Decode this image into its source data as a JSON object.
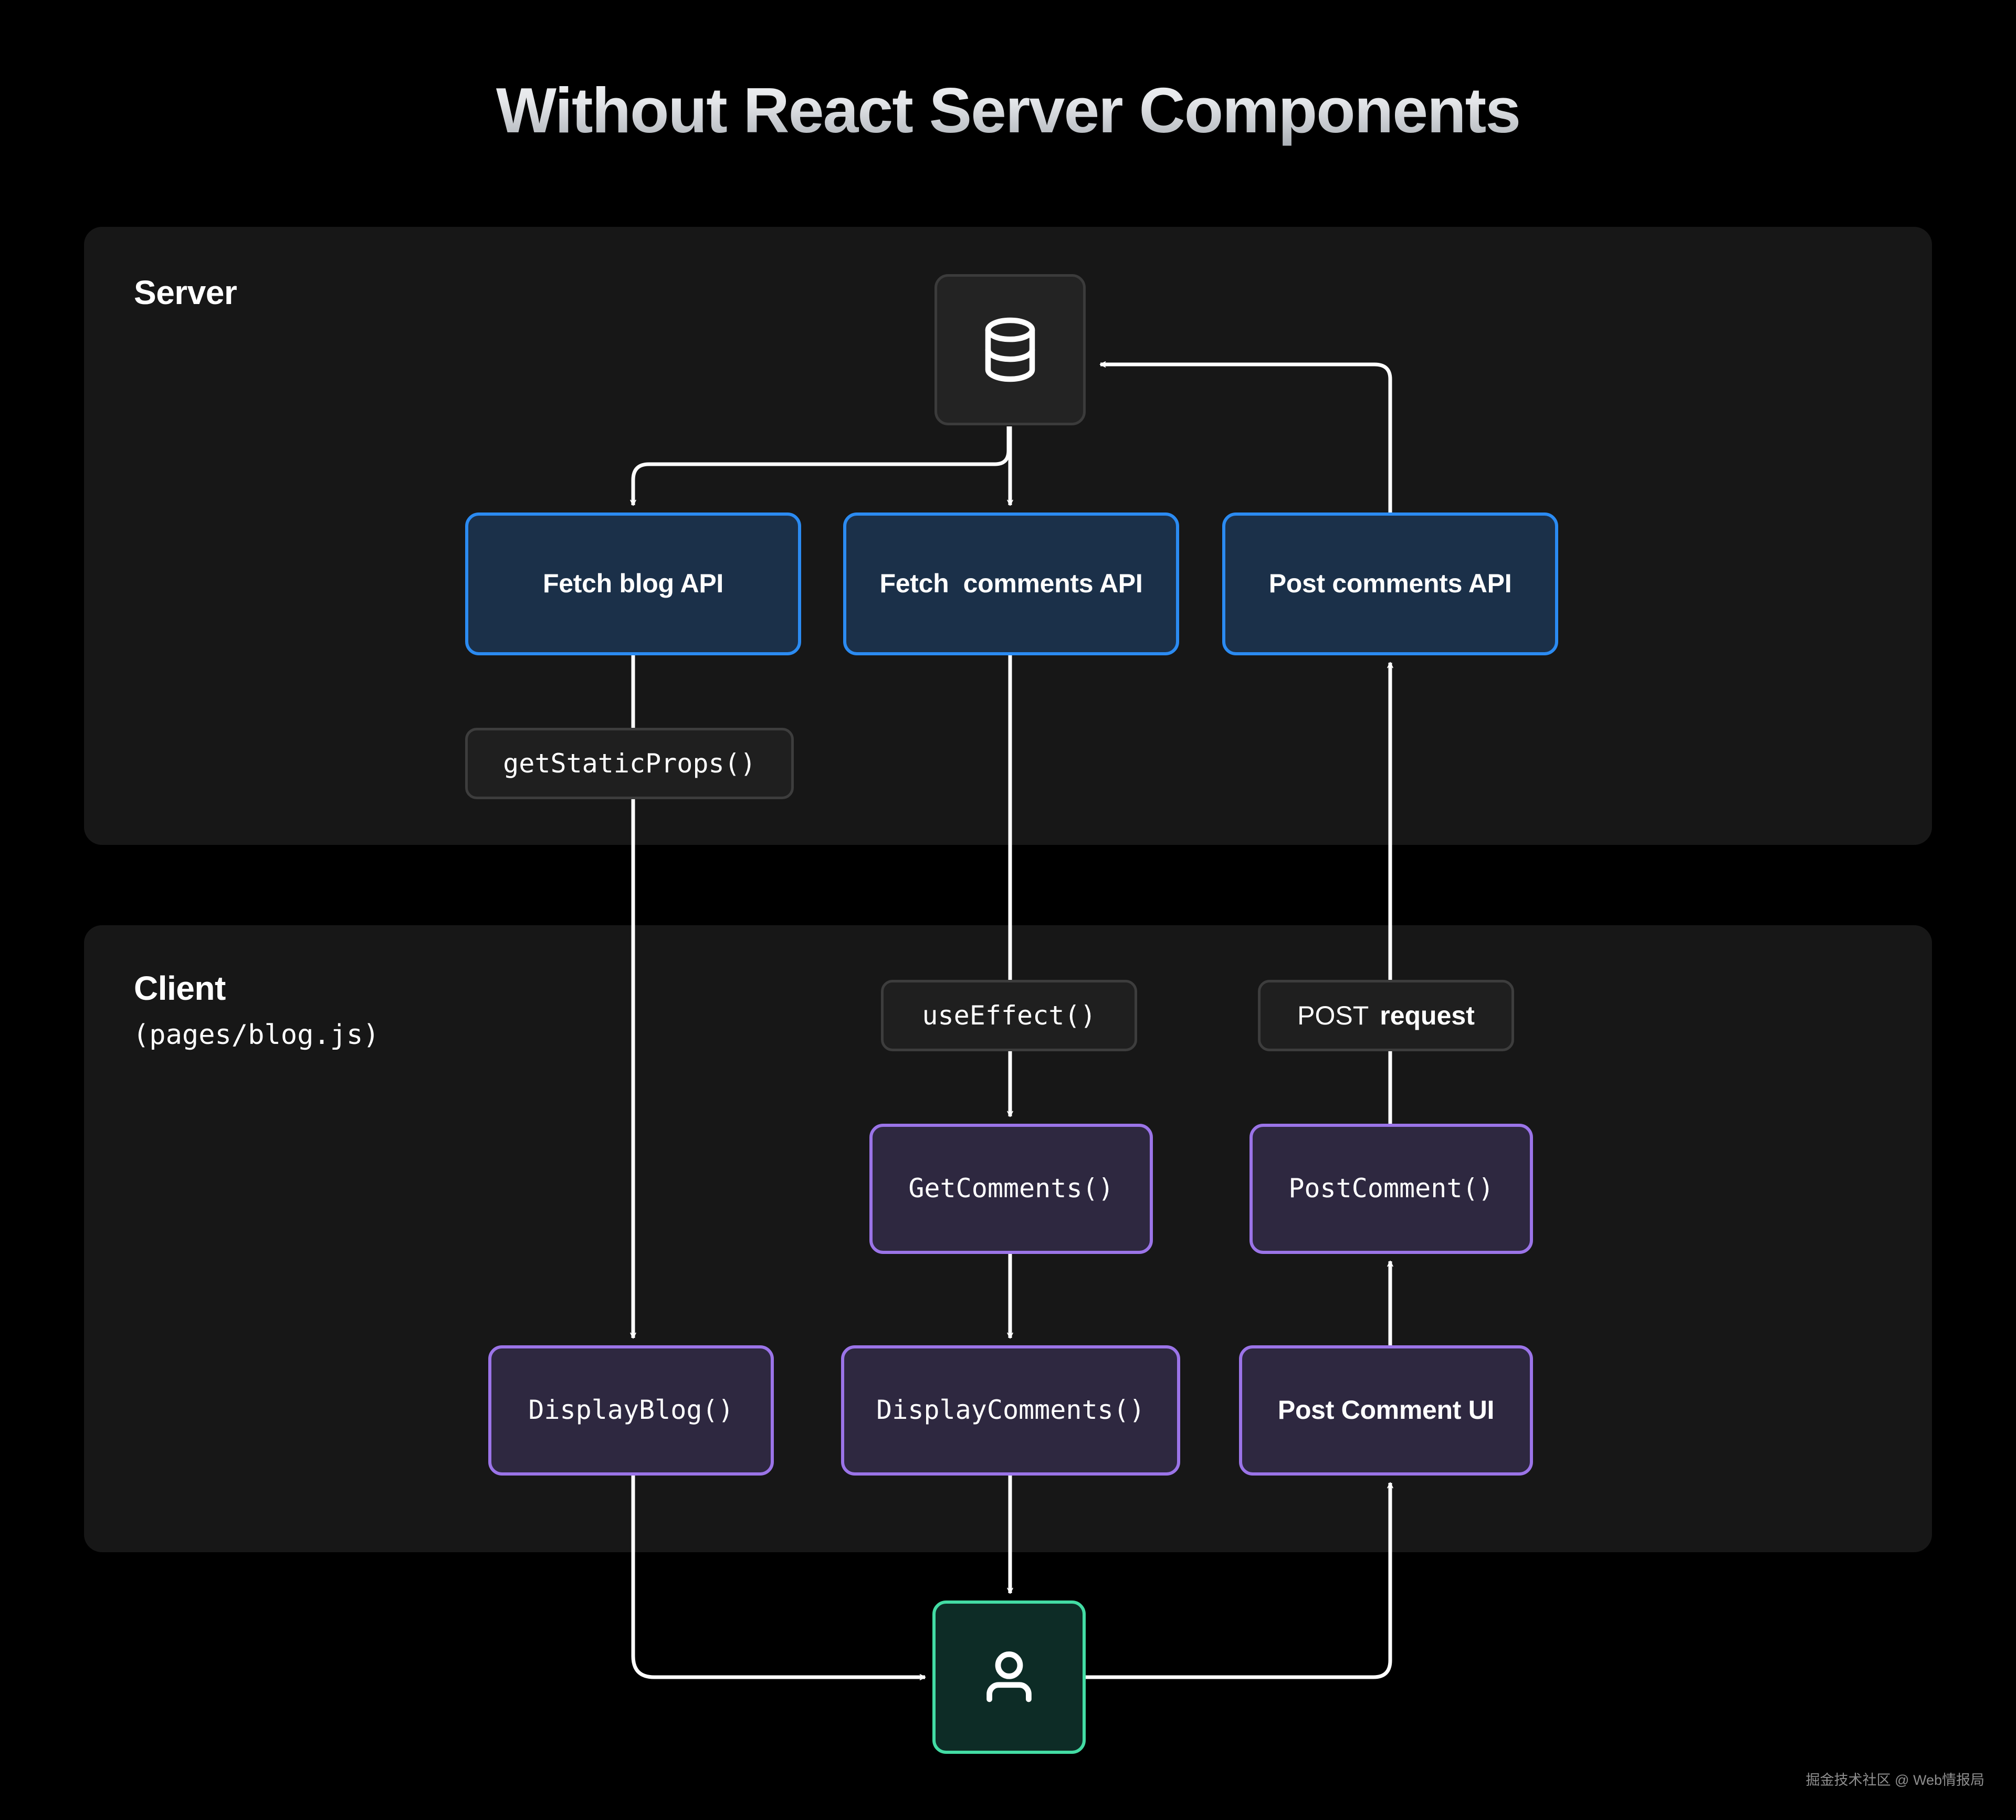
{
  "page": {
    "title": "Without React Server Components",
    "background_color": "#000000",
    "watermark": "掘金技术社区 @ Web情报局"
  },
  "colors": {
    "lane_background": "#171717",
    "api_border": "#2b8bf2",
    "api_fill": "#1b3049",
    "component_border": "#9b74e8",
    "component_fill": "#2e2840",
    "user_border": "#43dca4",
    "user_fill": "#0d2c26",
    "pill_fill": "#1f1f1f",
    "pill_border": "#3d3d3d",
    "edge_stroke": "#ffffff",
    "title_text": "#e4e6e9"
  },
  "lanes": [
    {
      "id": "server",
      "title": "Server",
      "subtitle": ""
    },
    {
      "id": "client",
      "title": "Client",
      "subtitle": "(pages/blog.js)"
    }
  ],
  "nodes": {
    "database": {
      "label": "",
      "icon": "database-icon",
      "lane": "server"
    },
    "fetch_blog_api": {
      "label": "Fetch blog API",
      "lane": "server",
      "kind": "api"
    },
    "fetch_comments_api": {
      "label": "Fetch  comments API",
      "lane": "server",
      "kind": "api"
    },
    "post_comments_api": {
      "label": "Post comments API",
      "lane": "server",
      "kind": "api"
    },
    "get_static_props": {
      "label": "getStaticProps()",
      "lane": "server",
      "kind": "pill"
    },
    "use_effect": {
      "label": "useEffect()",
      "lane": "client",
      "kind": "pill"
    },
    "post_request": {
      "label_normal": "POST",
      "label_bold": "request",
      "lane": "client",
      "kind": "pill"
    },
    "get_comments": {
      "label": "GetComments()",
      "lane": "client",
      "kind": "component"
    },
    "post_comment": {
      "label": "PostComment()",
      "lane": "client",
      "kind": "component"
    },
    "display_blog": {
      "label": "DisplayBlog()",
      "lane": "client",
      "kind": "component"
    },
    "display_comments": {
      "label": "DisplayComments()",
      "lane": "client",
      "kind": "component"
    },
    "post_comment_ui": {
      "label": "Post Comment UI",
      "lane": "client",
      "kind": "component"
    },
    "user": {
      "label": "",
      "icon": "user-icon",
      "lane": "outside"
    }
  },
  "edges": [
    {
      "from": "database",
      "to": "fetch_blog_api",
      "arrow": true
    },
    {
      "from": "database",
      "to": "fetch_comments_api",
      "arrow": true
    },
    {
      "from": "fetch_blog_api",
      "to": "display_blog",
      "arrow": true,
      "via": "get_static_props"
    },
    {
      "from": "fetch_comments_api",
      "to": "get_comments",
      "arrow": true,
      "via": "use_effect"
    },
    {
      "from": "get_comments",
      "to": "display_comments",
      "arrow": true
    },
    {
      "from": "post_comment",
      "to": "post_comments_api",
      "arrow": true,
      "via": "post_request"
    },
    {
      "from": "post_comments_api",
      "to": "database",
      "arrow": true
    },
    {
      "from": "post_comment_ui",
      "to": "post_comment",
      "arrow": true
    },
    {
      "from": "display_blog",
      "to": "user",
      "arrow": true
    },
    {
      "from": "display_comments",
      "to": "user",
      "arrow": true
    },
    {
      "from": "user",
      "to": "post_comment_ui",
      "arrow": true
    }
  ]
}
